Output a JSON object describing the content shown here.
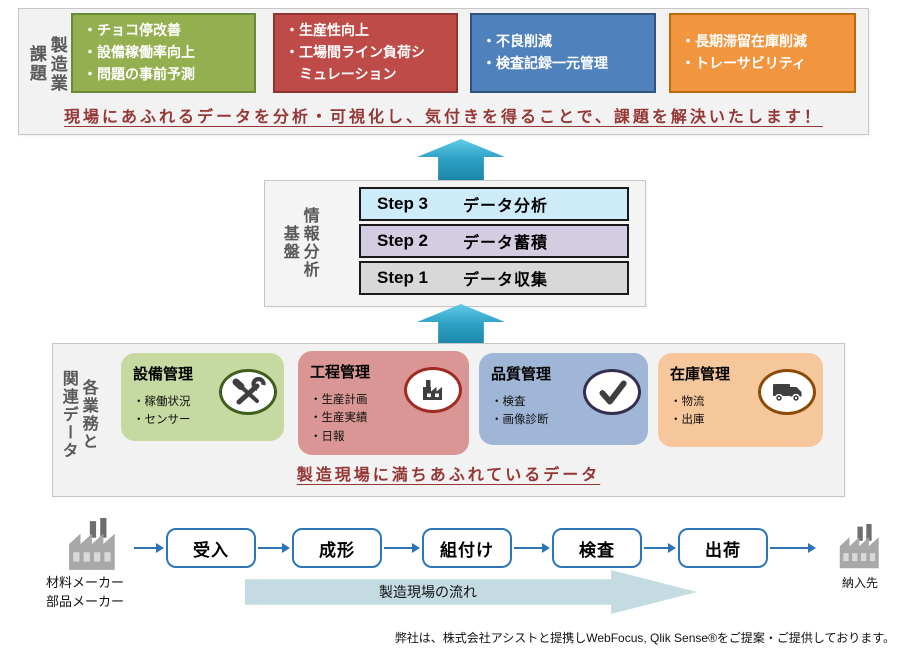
{
  "palette": {
    "panel_bg": "#f2f2f2",
    "green": "#94AF4F",
    "green_light": "#C5D9A0",
    "red": "#BE4B48",
    "red_light": "#D99694",
    "blue": "#4F81BD",
    "blue_light": "#9FB6D6",
    "orange": "#F2953F",
    "orange_light": "#F6C79B",
    "teal_arrow": "#2BA0C4",
    "message_red": "#953735",
    "flow_blue": "#2E75B6",
    "band_blue": "#C5DBE2",
    "step3_bg": "#CDEBF9",
    "step2_bg": "#D4CCE1",
    "step1_bg": "#D8D8D8",
    "side_label_gray": "#595959"
  },
  "top_panel": {
    "side_label": {
      "right": "製造業",
      "left": "課題"
    },
    "boxes": [
      {
        "items": [
          "チョコ停改善",
          "設備稼働率向上",
          "問題の事前予測"
        ]
      },
      {
        "items": [
          "生産性向上",
          "工場間ライン負荷シミュレーション"
        ]
      },
      {
        "items": [
          "不良削減",
          "検査記録一元管理"
        ]
      },
      {
        "items": [
          "長期滞留在庫削減",
          "トレーサビリティ"
        ]
      }
    ],
    "message": "現場にあふれるデータを分析・可視化し、気付きを得ることで、課題を解決いたします！"
  },
  "platform_panel": {
    "side_label": {
      "right": "情報分析",
      "left": "基盤"
    },
    "steps": [
      {
        "step": "Step 3",
        "label": "データ分析"
      },
      {
        "step": "Step 2",
        "label": "データ蓄積"
      },
      {
        "step": "Step 1",
        "label": "データ収集"
      }
    ]
  },
  "data_panel": {
    "side_label": {
      "right": "各業務と",
      "left": "関連データ"
    },
    "boxes": [
      {
        "title": "設備管理",
        "icon": "tools-icon",
        "items": [
          "稼働状況",
          "センサー"
        ]
      },
      {
        "title": "工程管理",
        "icon": "factory-icon",
        "items": [
          "生産計画",
          "生産実績",
          "日報"
        ]
      },
      {
        "title": "品質管理",
        "icon": "check-icon",
        "items": [
          "検査",
          "画像診断"
        ]
      },
      {
        "title": "在庫管理",
        "icon": "truck-icon",
        "items": [
          "物流",
          "出庫"
        ]
      }
    ],
    "message": "製造現場に満ちあふれているデータ"
  },
  "flow": {
    "supplier_labels": [
      "材料メーカー",
      "部品メーカー"
    ],
    "steps": [
      "受入",
      "成形",
      "組付け",
      "検査",
      "出荷"
    ],
    "band_label": "製造現場の流れ",
    "customer_label": "納入先"
  },
  "footer": "弊社は、株式会社アシストと提携しWebFocus, Qlik Sense®をご提案・ご提供しております。"
}
